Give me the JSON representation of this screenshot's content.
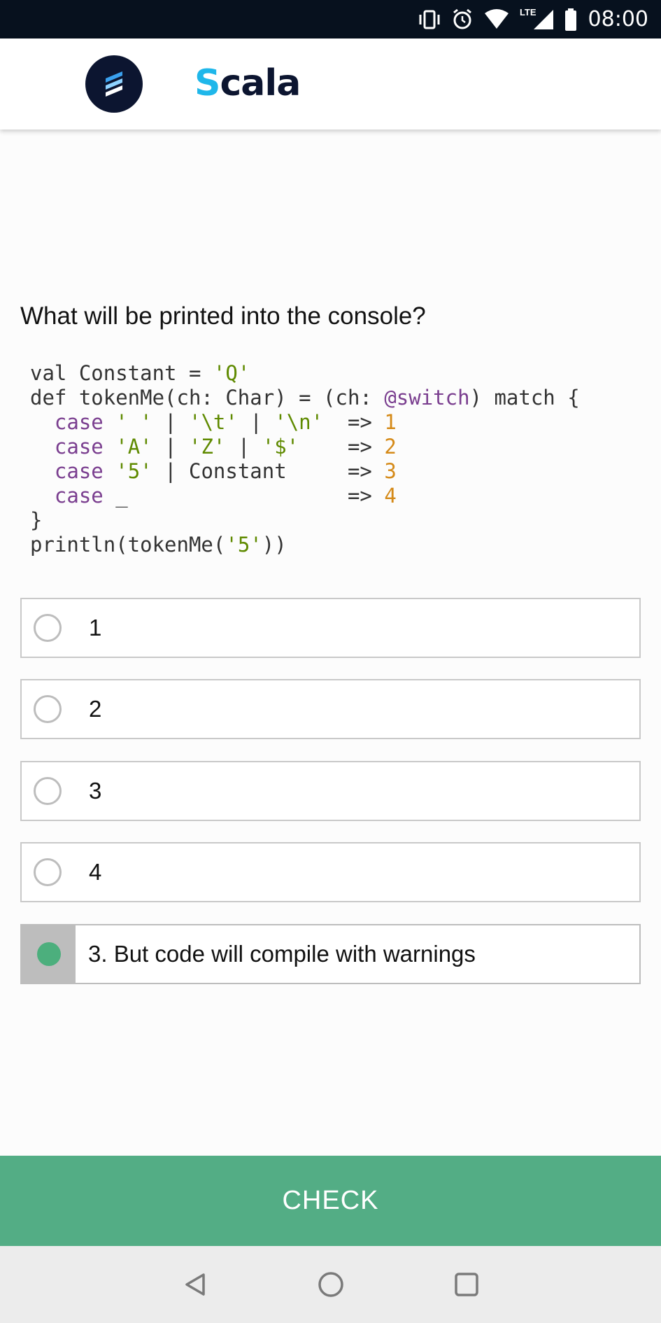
{
  "status_bar": {
    "time": "08:00",
    "network_label": "LTE",
    "icons": [
      "vibrate-icon",
      "alarm-icon",
      "wifi-icon",
      "signal-icon",
      "battery-icon"
    ]
  },
  "app_bar": {
    "title_first": "S",
    "title_rest": "cala",
    "logo_icon": "scala-logo-icon"
  },
  "question": "What will be printed into the console?",
  "code_lines": [
    "val Constant = 'Q'",
    "def tokenMe(ch: Char) = (ch: @switch) match {",
    "  case ' ' | '\\t' | '\\n'  => 1",
    "  case 'A' | 'Z' | '$'    => 2",
    "  case '5' | Constant     => 3",
    "  case _                  => 4",
    "}",
    "println(tokenMe('5'))"
  ],
  "options": [
    {
      "label": "1",
      "selected": false
    },
    {
      "label": "2",
      "selected": false
    },
    {
      "label": "3",
      "selected": false
    },
    {
      "label": "4",
      "selected": false
    },
    {
      "label": "3. But code will compile with warnings",
      "selected": true
    }
  ],
  "check_label": "CHECK",
  "colors": {
    "accent_green": "#53ad85",
    "selected_dot": "#4caf7d",
    "brand_navy": "#0c1530",
    "brand_blue": "#1fb7ea"
  },
  "nav_icons": [
    "back-icon",
    "home-icon",
    "recents-icon"
  ]
}
